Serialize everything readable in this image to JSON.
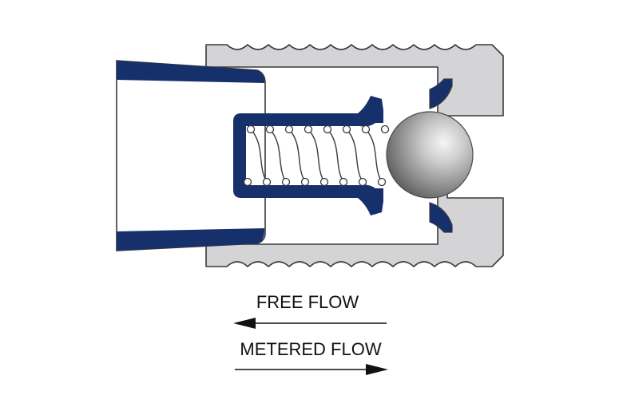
{
  "labels": {
    "free_flow": "FREE FLOW",
    "metered_flow": "METERED FLOW"
  },
  "flows": {
    "free_flow_direction": "left",
    "metered_flow_direction": "right"
  },
  "colors": {
    "housing_fill": "#d4d4d7",
    "outline": "#3a3a3a",
    "seal_blue": "#15306b",
    "ball_light": "#f4f4f4",
    "ball_dark": "#5e5e5e",
    "text": "#111111"
  },
  "icons": {
    "free_flow_arrow": "arrow-left-icon",
    "metered_flow_arrow": "arrow-right-icon"
  }
}
